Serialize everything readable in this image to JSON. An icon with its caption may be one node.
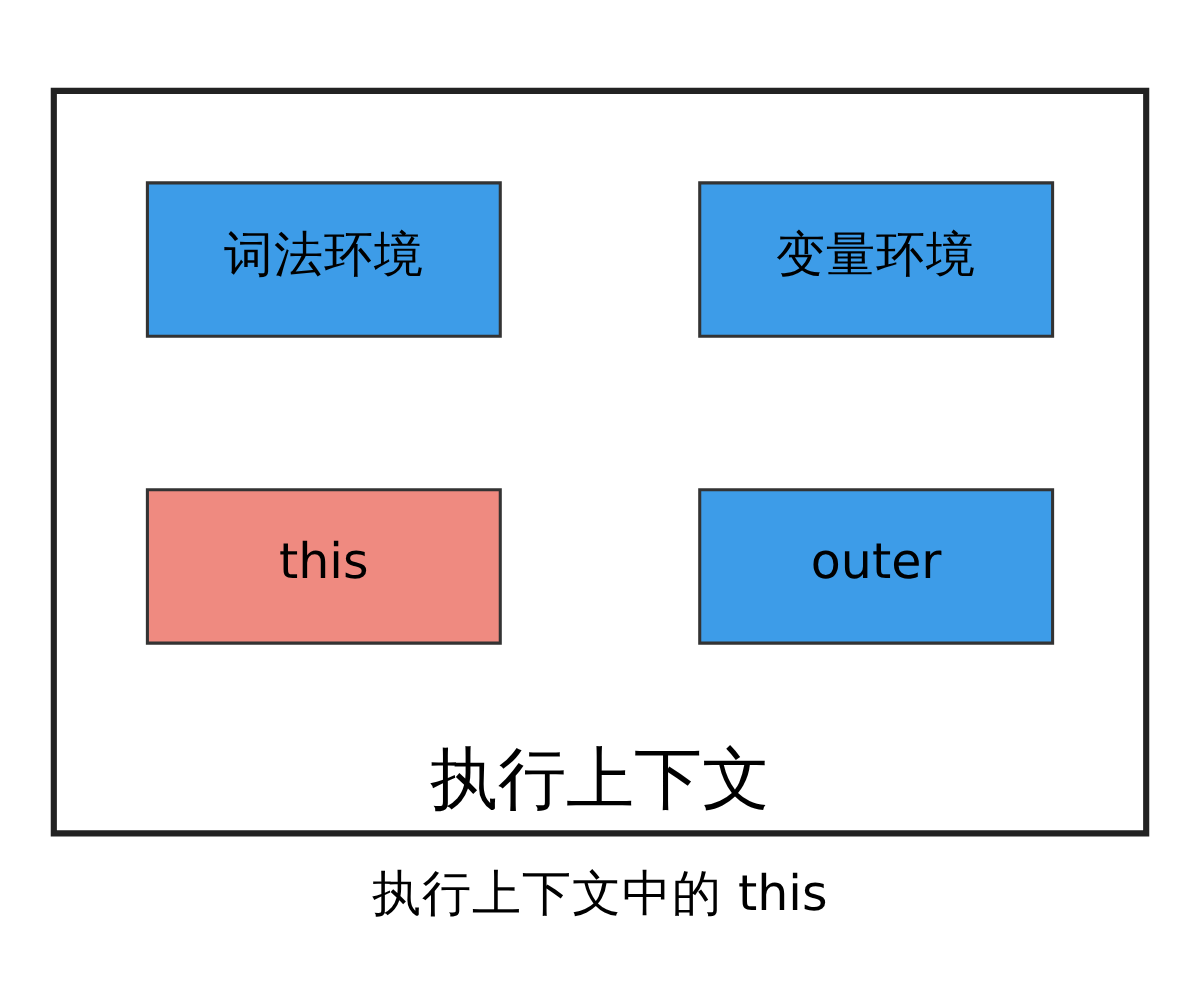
{
  "diagram": {
    "caption": "执行上下文中的 this",
    "nodes": [
      {
        "text": [
          "执行上下文"
        ]
      },
      {
        "text": [
          "变量环境"
        ],
        "in": 0
      },
      {
        "text": [
          "词法环境"
        ],
        "in": 0
      },
      {
        "text": [
          "outer"
        ],
        "in": 0
      },
      {
        "text": [
          "this"
        ],
        "in": 0
      }
    ],
    "edges": []
  }
}
